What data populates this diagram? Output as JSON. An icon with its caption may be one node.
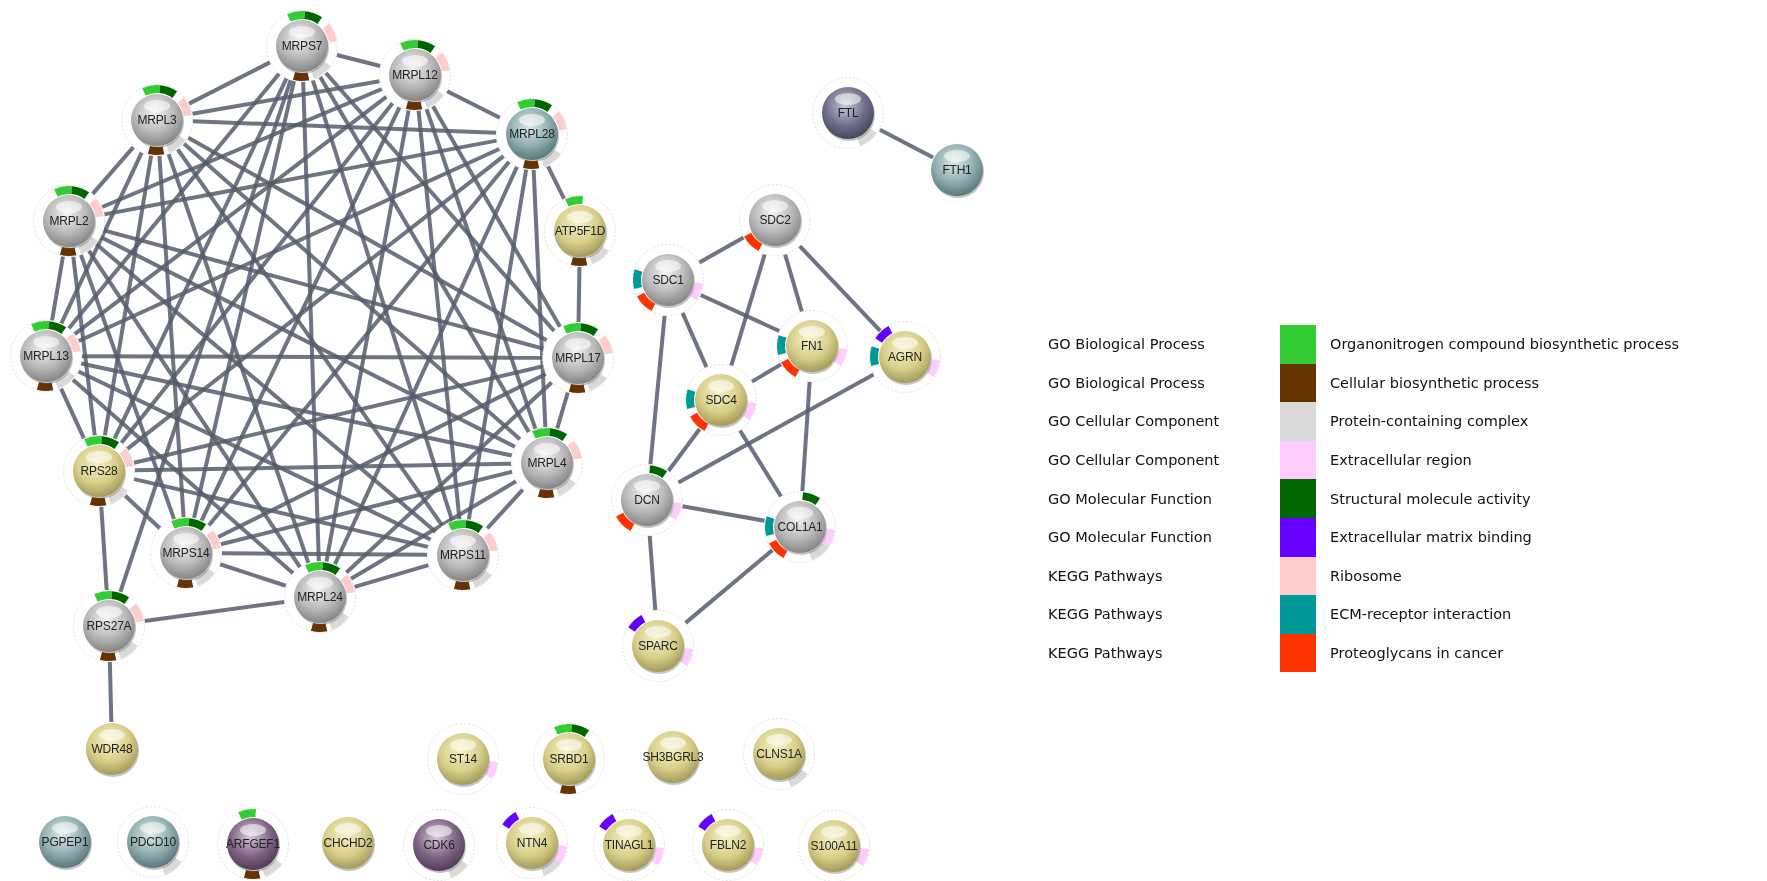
{
  "diagram": {
    "nodes": [
      {
        "text": [
          "MRPS7"
        ]
      },
      {
        "text": [
          "MRPL12"
        ]
      },
      {
        "text": [
          "MRPL3"
        ]
      },
      {
        "text": [
          "MRPL28"
        ]
      },
      {
        "text": [
          "FTL"
        ]
      },
      {
        "text": [
          "FTH1"
        ]
      },
      {
        "text": [
          "MRPL2"
        ]
      },
      {
        "text": [
          "ATP5F1D"
        ]
      },
      {
        "text": [
          "SDC2"
        ]
      },
      {
        "text": [
          "SDC1"
        ]
      },
      {
        "text": [
          "MRPL13"
        ]
      },
      {
        "text": [
          "MRPL17"
        ]
      },
      {
        "text": [
          "FN1"
        ]
      },
      {
        "text": [
          "AGRN"
        ]
      },
      {
        "text": [
          "SDC4"
        ]
      },
      {
        "text": [
          "RPS28"
        ]
      },
      {
        "text": [
          "MRPL4"
        ]
      },
      {
        "text": [
          "DCN"
        ]
      },
      {
        "text": [
          "COL1A1"
        ]
      },
      {
        "text": [
          "MRPS14"
        ]
      },
      {
        "text": [
          "MRPS11"
        ]
      },
      {
        "text": [
          "MRPL24"
        ]
      },
      {
        "text": [
          "RPS27A"
        ]
      },
      {
        "text": [
          "SPARC"
        ]
      },
      {
        "text": [
          "WDR48"
        ]
      },
      {
        "text": [
          "ST14"
        ]
      },
      {
        "text": [
          "SRBD1"
        ]
      },
      {
        "text": [
          "SH3BGRL3"
        ]
      },
      {
        "text": [
          "CLNS1A"
        ]
      },
      {
        "text": [
          "PGPEP1"
        ]
      },
      {
        "text": [
          "PDCD10"
        ]
      },
      {
        "text": [
          "ARFGEF1"
        ]
      },
      {
        "text": [
          "CHCHD2"
        ]
      },
      {
        "text": [
          "CDK6"
        ]
      },
      {
        "text": [
          "NTN4"
        ]
      },
      {
        "text": [
          "TINAGL1"
        ]
      },
      {
        "text": [
          "FBLN2"
        ]
      },
      {
        "text": [
          "S100A11"
        ]
      }
    ],
    "edges": [
      {
        "from": 0,
        "to": 1,
        "arrow": "none"
      },
      {
        "from": 0,
        "to": 2,
        "arrow": "none"
      },
      {
        "from": 0,
        "to": 10,
        "arrow": "none"
      },
      {
        "from": 0,
        "to": 11,
        "arrow": "none"
      },
      {
        "from": 0,
        "to": 15,
        "arrow": "none"
      },
      {
        "from": 0,
        "to": 16,
        "arrow": "none"
      },
      {
        "from": 0,
        "to": 19,
        "arrow": "none"
      },
      {
        "from": 0,
        "to": 20,
        "arrow": "none"
      },
      {
        "from": 0,
        "to": 21,
        "arrow": "none"
      },
      {
        "from": 1,
        "to": 2,
        "arrow": "none"
      },
      {
        "from": 1,
        "to": 3,
        "arrow": "none"
      },
      {
        "from": 1,
        "to": 6,
        "arrow": "none"
      },
      {
        "from": 1,
        "to": 10,
        "arrow": "none"
      },
      {
        "from": 1,
        "to": 11,
        "arrow": "none"
      },
      {
        "from": 1,
        "to": 15,
        "arrow": "none"
      },
      {
        "from": 1,
        "to": 16,
        "arrow": "none"
      },
      {
        "from": 1,
        "to": 19,
        "arrow": "none"
      },
      {
        "from": 1,
        "to": 20,
        "arrow": "none"
      },
      {
        "from": 1,
        "to": 21,
        "arrow": "none"
      },
      {
        "from": 2,
        "to": 3,
        "arrow": "none"
      },
      {
        "from": 2,
        "to": 6,
        "arrow": "none"
      },
      {
        "from": 2,
        "to": 10,
        "arrow": "none"
      },
      {
        "from": 2,
        "to": 11,
        "arrow": "none"
      },
      {
        "from": 2,
        "to": 15,
        "arrow": "none"
      },
      {
        "from": 2,
        "to": 16,
        "arrow": "none"
      },
      {
        "from": 2,
        "to": 19,
        "arrow": "none"
      },
      {
        "from": 2,
        "to": 20,
        "arrow": "none"
      },
      {
        "from": 2,
        "to": 21,
        "arrow": "none"
      },
      {
        "from": 3,
        "to": 6,
        "arrow": "none"
      },
      {
        "from": 3,
        "to": 10,
        "arrow": "none"
      },
      {
        "from": 3,
        "to": 15,
        "arrow": "none"
      },
      {
        "from": 3,
        "to": 16,
        "arrow": "none"
      },
      {
        "from": 3,
        "to": 19,
        "arrow": "none"
      },
      {
        "from": 3,
        "to": 20,
        "arrow": "none"
      },
      {
        "from": 3,
        "to": 21,
        "arrow": "none"
      },
      {
        "from": 6,
        "to": 10,
        "arrow": "none"
      },
      {
        "from": 6,
        "to": 11,
        "arrow": "none"
      },
      {
        "from": 6,
        "to": 15,
        "arrow": "none"
      },
      {
        "from": 6,
        "to": 16,
        "arrow": "none"
      },
      {
        "from": 6,
        "to": 19,
        "arrow": "none"
      },
      {
        "from": 6,
        "to": 20,
        "arrow": "none"
      },
      {
        "from": 6,
        "to": 21,
        "arrow": "none"
      },
      {
        "from": 10,
        "to": 11,
        "arrow": "none"
      },
      {
        "from": 10,
        "to": 15,
        "arrow": "none"
      },
      {
        "from": 10,
        "to": 16,
        "arrow": "none"
      },
      {
        "from": 10,
        "to": 20,
        "arrow": "none"
      },
      {
        "from": 10,
        "to": 21,
        "arrow": "none"
      },
      {
        "from": 11,
        "to": 15,
        "arrow": "none"
      },
      {
        "from": 11,
        "to": 16,
        "arrow": "none"
      },
      {
        "from": 11,
        "to": 19,
        "arrow": "none"
      },
      {
        "from": 11,
        "to": 21,
        "arrow": "none"
      },
      {
        "from": 15,
        "to": 16,
        "arrow": "none"
      },
      {
        "from": 15,
        "to": 19,
        "arrow": "none"
      },
      {
        "from": 15,
        "to": 20,
        "arrow": "none"
      },
      {
        "from": 16,
        "to": 19,
        "arrow": "none"
      },
      {
        "from": 16,
        "to": 20,
        "arrow": "none"
      },
      {
        "from": 16,
        "to": 21,
        "arrow": "none"
      },
      {
        "from": 19,
        "to": 20,
        "arrow": "none"
      },
      {
        "from": 19,
        "to": 21,
        "arrow": "none"
      },
      {
        "from": 20,
        "to": 21,
        "arrow": "none"
      },
      {
        "from": 3,
        "to": 7,
        "arrow": "none"
      },
      {
        "from": 7,
        "to": 11,
        "arrow": "none"
      },
      {
        "from": 15,
        "to": 22,
        "arrow": "none"
      },
      {
        "from": 22,
        "to": 0,
        "arrow": "none"
      },
      {
        "from": 22,
        "to": 21,
        "arrow": "none"
      },
      {
        "from": 22,
        "to": 24,
        "arrow": "none"
      },
      {
        "from": 4,
        "to": 5,
        "arrow": "none"
      },
      {
        "from": 8,
        "to": 9,
        "arrow": "none"
      },
      {
        "from": 8,
        "to": 14,
        "arrow": "none"
      },
      {
        "from": 8,
        "to": 12,
        "arrow": "none"
      },
      {
        "from": 8,
        "to": 13,
        "arrow": "none"
      },
      {
        "from": 9,
        "to": 12,
        "arrow": "none"
      },
      {
        "from": 9,
        "to": 14,
        "arrow": "none"
      },
      {
        "from": 9,
        "to": 17,
        "arrow": "none"
      },
      {
        "from": 12,
        "to": 14,
        "arrow": "none"
      },
      {
        "from": 12,
        "to": 18,
        "arrow": "none"
      },
      {
        "from": 13,
        "to": 17,
        "arrow": "none"
      },
      {
        "from": 14,
        "to": 17,
        "arrow": "none"
      },
      {
        "from": 14,
        "to": 18,
        "arrow": "none"
      },
      {
        "from": 17,
        "to": 18,
        "arrow": "none"
      },
      {
        "from": 17,
        "to": 23,
        "arrow": "none"
      },
      {
        "from": 18,
        "to": 23,
        "arrow": "none"
      }
    ],
    "labels": [
      "GO Biological Process",
      "GO Biological Process",
      "GO Cellular Component",
      "GO Cellular Component",
      "GO Molecular Function",
      "GO Molecular Function",
      "KEGG Pathways",
      "KEGG Pathways",
      "KEGG Pathways"
    ],
    "legend": [
      {
        "text": "Organonitrogen compound biosynthetic process",
        "color": "#33cc33"
      },
      {
        "text": "Cellular biosynthetic process",
        "color": "#663300"
      },
      {
        "text": "Protein-containing complex",
        "color": "#d9d9d9"
      },
      {
        "text": "Extracellular region",
        "color": "#ffccff"
      },
      {
        "text": "Structural molecule activity",
        "color": "#006600"
      },
      {
        "text": "Extracellular matrix binding",
        "color": "#6600ff"
      },
      {
        "text": "Ribosome",
        "color": "#ffcccc"
      },
      {
        "text": "ECM-receptor interaction",
        "color": "#009999"
      },
      {
        "text": "Proteoglycans in cancer",
        "color": "#ff3300"
      }
    ]
  }
}
